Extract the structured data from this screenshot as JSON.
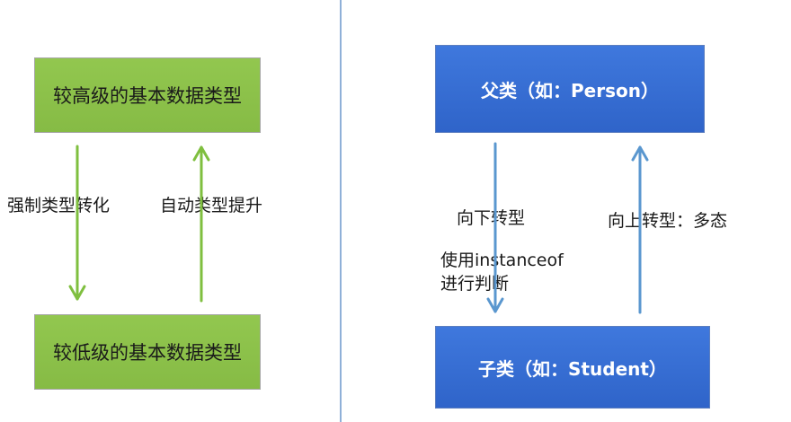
{
  "left": {
    "top_box": "较高级的基本数据类型",
    "bottom_box": "较低级的基本数据类型",
    "down_label": "强制类型转化",
    "up_label": "自动类型提升",
    "arrow_color": "#7fbf3f",
    "box_color": "#8dc34b"
  },
  "right": {
    "top_box": "父类（如：Person）",
    "bottom_box": "子类（如：Student）",
    "down_label": "向下转型",
    "down_note_1": "使用instanceof",
    "down_note_2": "进行判断",
    "up_label": "向上转型：多态",
    "arrow_color": "#5a97cf",
    "box_color": "#356bd3"
  }
}
